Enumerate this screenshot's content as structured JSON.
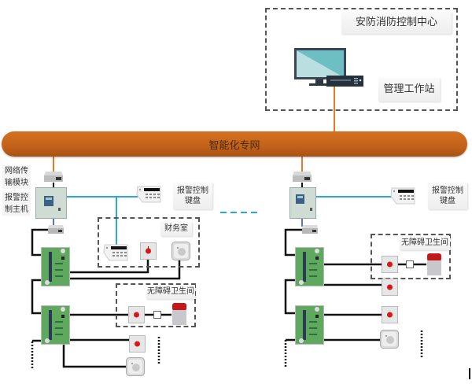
{
  "control_center": {
    "title": "安防消防控制中心",
    "workstation_label": "管理工作站"
  },
  "network_bus": {
    "label": "智能化专网",
    "color": "#c8661c"
  },
  "left_branch": {
    "network_module_label": "网络传输模块",
    "network_module_lines": [
      "网络传",
      "输模块"
    ],
    "alarm_host_lines": [
      "报警控",
      "制主机"
    ],
    "keypad_label_lines": [
      "报警控制",
      "键盘"
    ],
    "finance_room_label": "财务室",
    "restroom_label": "无障碍卫生间"
  },
  "right_branch": {
    "keypad_label_lines": [
      "报警控制",
      "键盘"
    ],
    "restroom_label": "无障碍卫生间"
  },
  "colors": {
    "network_line": "#e07b28",
    "keypad_line": "#2aa7dd",
    "bus_line": "#111111",
    "dashed_border": "#555555",
    "link_dash": "#2aa7dd"
  }
}
